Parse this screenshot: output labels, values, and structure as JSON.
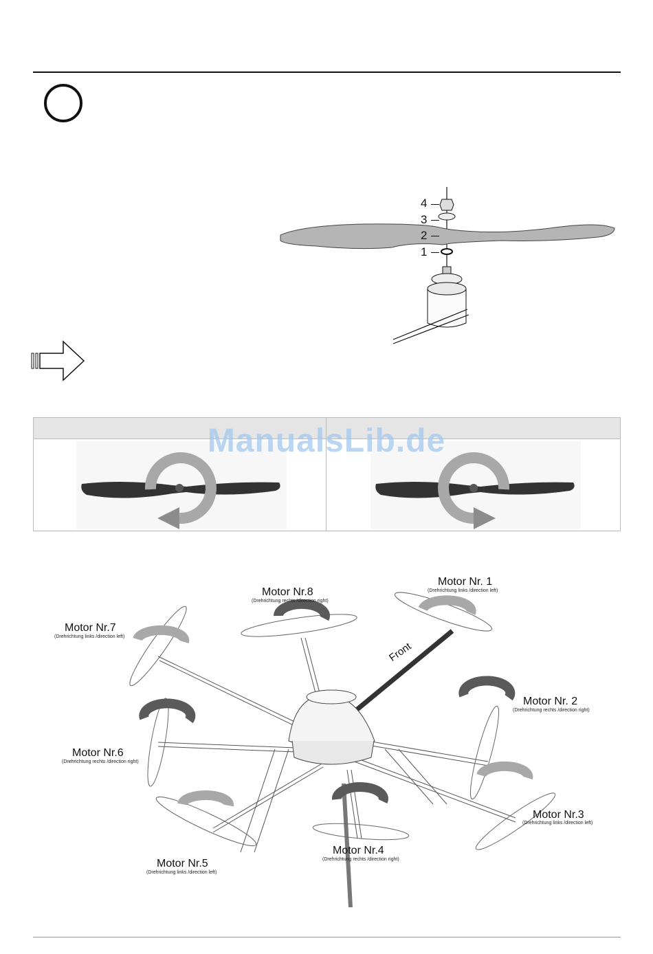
{
  "assembly": {
    "parts": [
      "4",
      "3",
      "2",
      "1"
    ]
  },
  "watermark": "ManualsLib.de",
  "drone": {
    "front_label": "Front",
    "motors": [
      {
        "name": "Motor Nr. 1",
        "direction": "(Drehrichtung links /direction left)"
      },
      {
        "name": "Motor Nr. 2",
        "direction": "(Drehrichtung rechts /direction right)"
      },
      {
        "name": "Motor Nr.3",
        "direction": "(Drehrichtung links /direction left)"
      },
      {
        "name": "Motor Nr.4",
        "direction": "(Drehrichtung rechts /direction right)"
      },
      {
        "name": "Motor Nr.5",
        "direction": "(Drehrichtung links /direction left)"
      },
      {
        "name": "Motor Nr.6",
        "direction": "(Drehrichtung rechts /direction right)"
      },
      {
        "name": "Motor Nr.7",
        "direction": "(Drehrichtung links /direction left)"
      },
      {
        "name": "Motor Nr.8",
        "direction": "(Drehrichtung rechts /direction right)"
      }
    ]
  },
  "colors": {
    "propeller_fill": "#b5b5b5",
    "arrow_light": "#a8a8a8",
    "arrow_dark": "#5a5a5a",
    "watermark": "#9ec6ee"
  }
}
